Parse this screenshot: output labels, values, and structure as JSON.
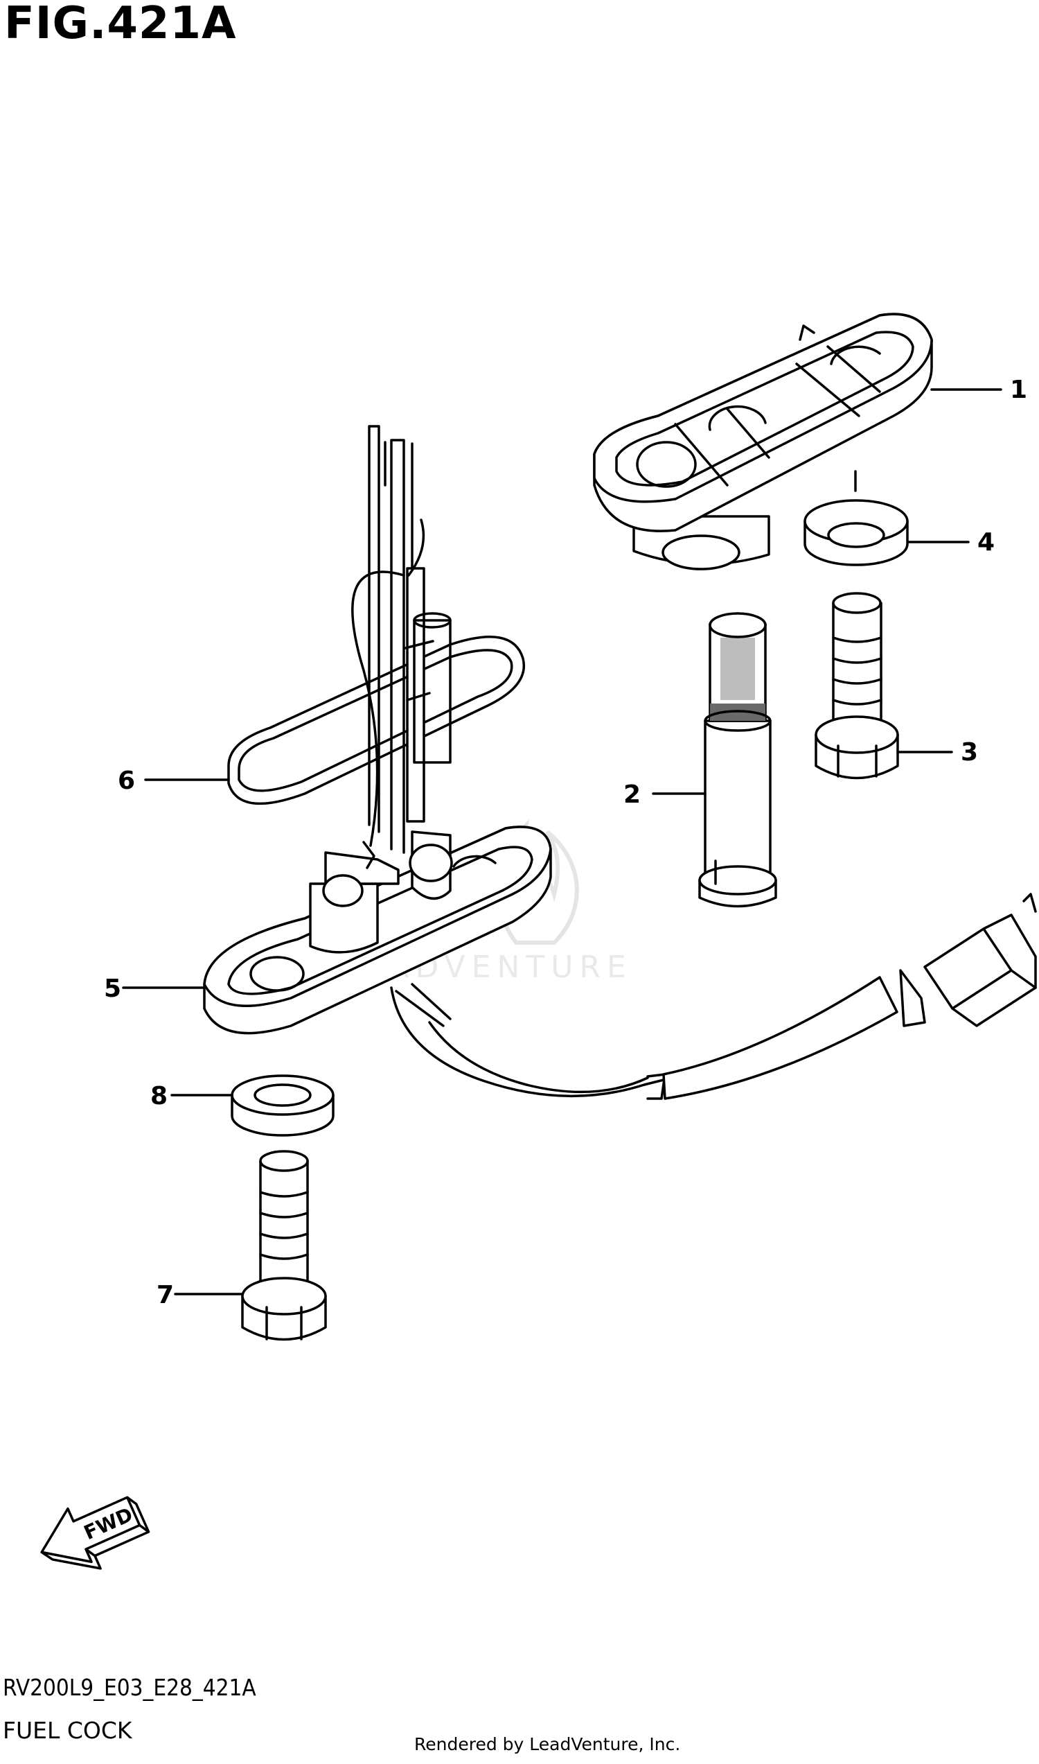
{
  "header": {
    "figure_title": "FIG.421A"
  },
  "footer": {
    "model_code": "RV200L9_E03_E28_421A",
    "section_name": "FUEL COCK",
    "rendered_by": "Rendered by LeadVenture, Inc."
  },
  "watermark": {
    "text": "LEADVENTURE"
  },
  "direction_arrow": {
    "label": "FWD"
  },
  "callouts": [
    {
      "number": "1"
    },
    {
      "number": "2"
    },
    {
      "number": "3"
    },
    {
      "number": "4"
    },
    {
      "number": "5"
    },
    {
      "number": "6"
    },
    {
      "number": "7"
    },
    {
      "number": "8"
    }
  ]
}
